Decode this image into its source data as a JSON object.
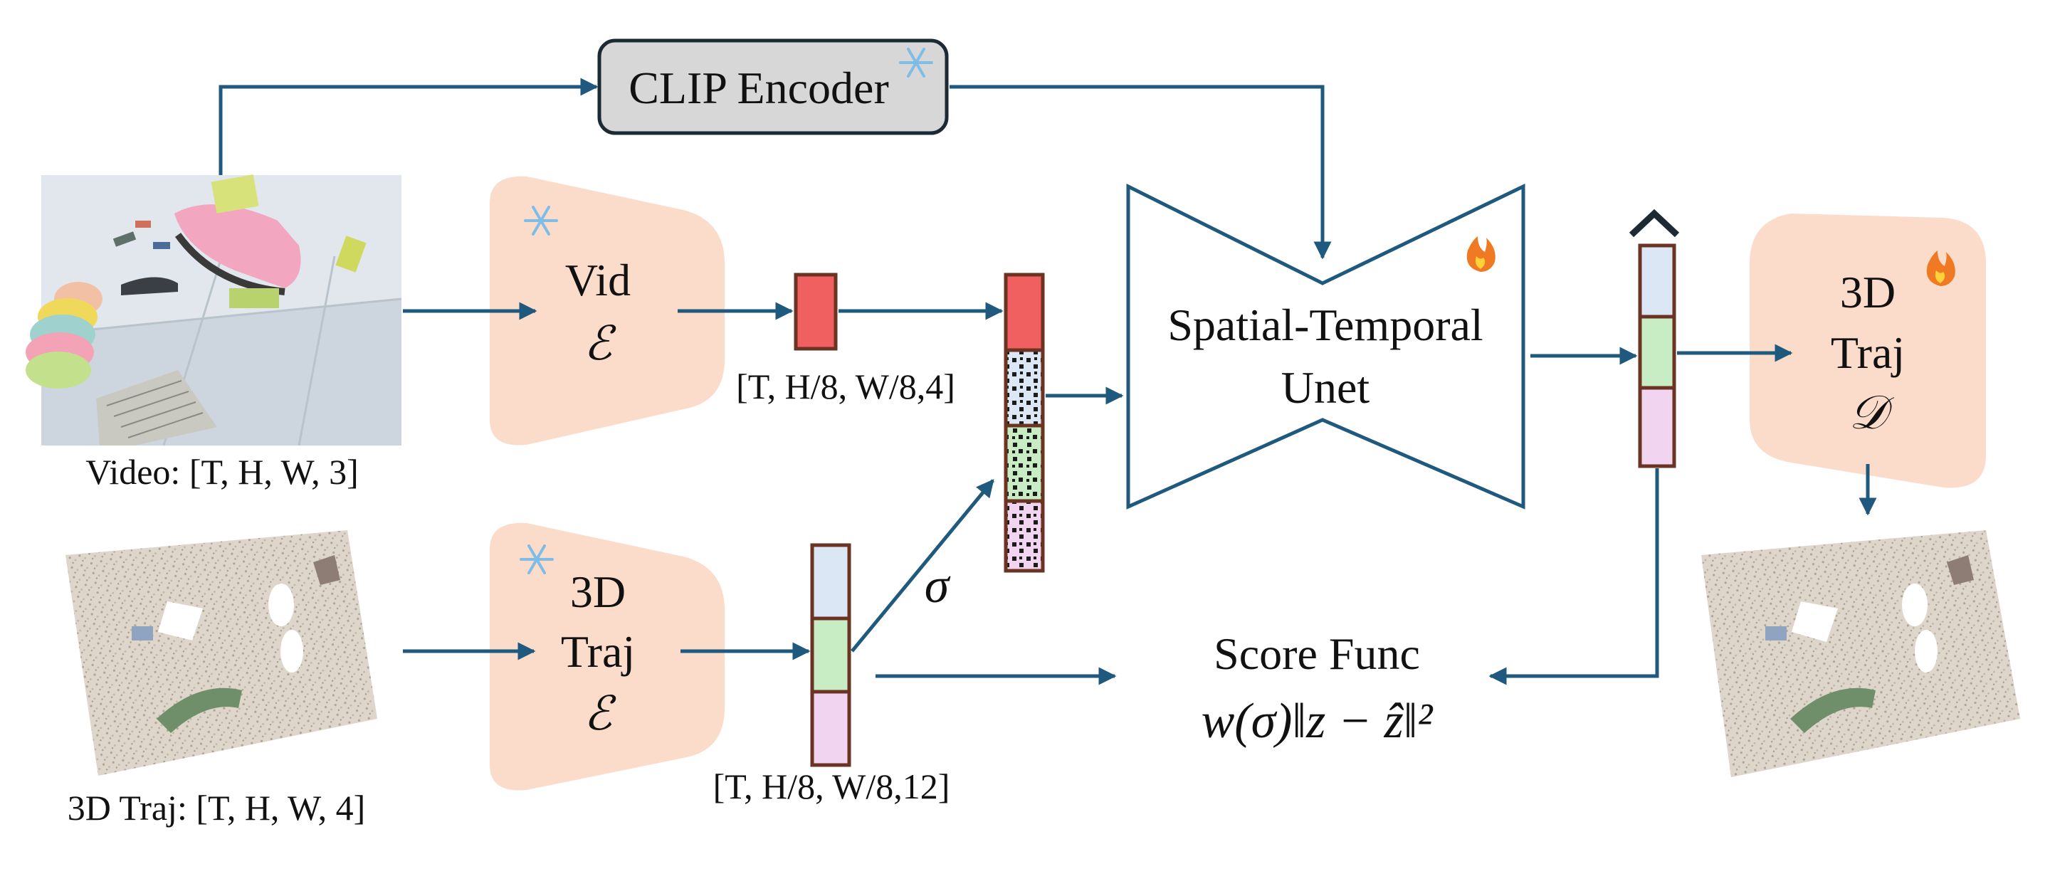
{
  "clip_encoder": {
    "label": "CLIP Encoder",
    "status_icon": "snowflake"
  },
  "vid_encoder": {
    "line1": "Vid",
    "line2": "ℰ",
    "status_icon": "snowflake"
  },
  "traj_encoder": {
    "line1": "3D",
    "line2": "Traj",
    "line3": "ℰ",
    "status_icon": "snowflake"
  },
  "unet": {
    "line1": "Spatial-Temporal",
    "line2": "Unet",
    "status_icon": "fire"
  },
  "traj_decoder": {
    "line1": "3D",
    "line2": "Traj",
    "line3": "𝒟",
    "status_icon": "fire"
  },
  "labels": {
    "video_shape": "Video: [T, H, W, 3]",
    "traj_shape": "3D Traj: [T, H, W, 4]",
    "vid_latent_shape": "[T, H/8, W/8,4]",
    "traj_latent_shape": "[T, H/8, W/8,12]",
    "sigma": "σ"
  },
  "score": {
    "title": "Score Func",
    "formula": "w(σ)‖z − ẑ‖²"
  },
  "colors": {
    "arrow": "#1f5a7e",
    "encoder_fill": "#fbdccb",
    "clip_fill": "#d7d7d7",
    "red_latent": "#f06060",
    "blue_latent": "#dce7f5",
    "green_latent": "#c8ecc4",
    "pink_latent": "#f1d4ef",
    "cell_border": "#6b3322"
  }
}
